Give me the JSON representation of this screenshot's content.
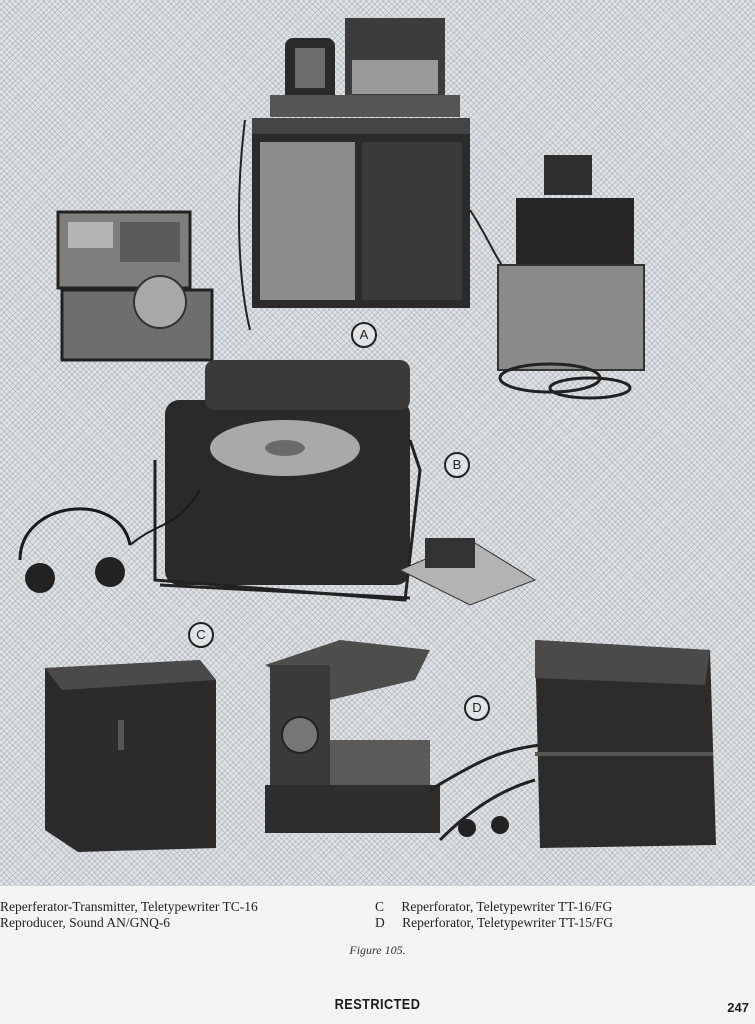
{
  "plate_markers": {
    "a": "A",
    "b": "B",
    "c": "C",
    "d": "D"
  },
  "captions": [
    {
      "code": "",
      "text": "Reperferator-Transmitter, Teletypewriter TC-16"
    },
    {
      "code": "",
      "text": "Reproducer, Sound AN/GNQ-6"
    },
    {
      "code": "C",
      "text": "Reperforator, Teletypewriter TT-16/FG"
    },
    {
      "code": "D",
      "text": "Reperforator, Teletypewriter TT-15/FG"
    }
  ],
  "figure_label": "Figure 105.",
  "footer": {
    "restricted": "RESTRICTED",
    "page_number": "247"
  }
}
